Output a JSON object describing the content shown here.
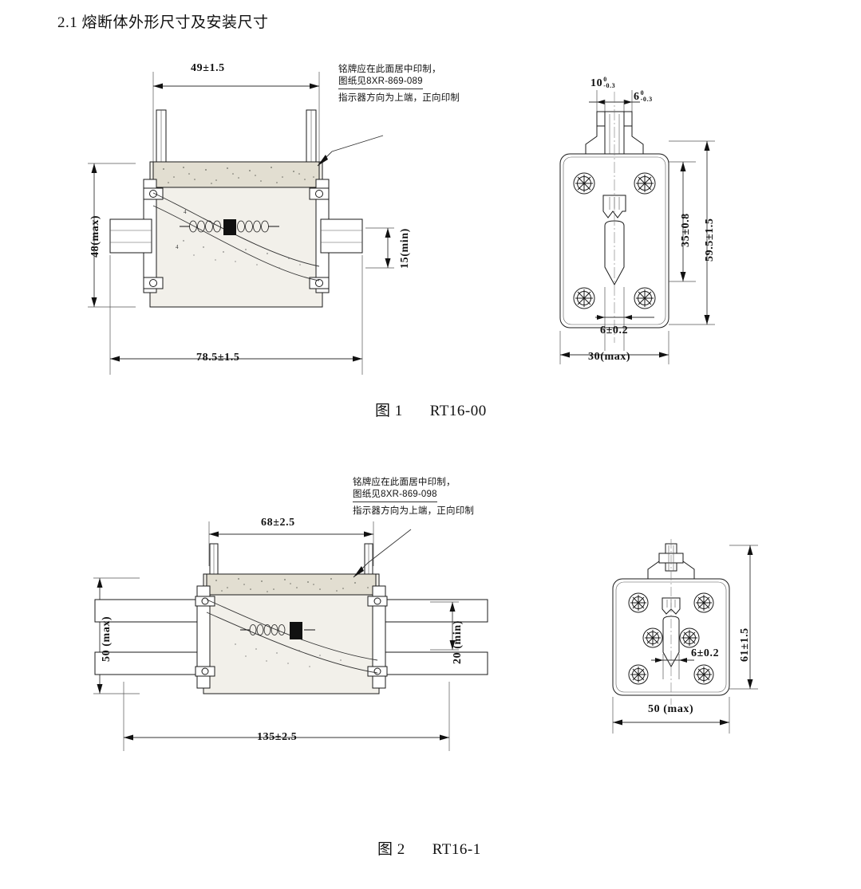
{
  "document": {
    "section_heading": "2.1 熔断体外形尺寸及安装尺寸"
  },
  "figures": [
    {
      "id": "fig1",
      "caption_label": "图 1",
      "caption_name": "RT16-00",
      "note": {
        "line1": "铭牌应在此面居中印制，",
        "line2": "图纸见8XR-869-089",
        "line3": "指示器方向为上端，正向印制"
      },
      "front_view": {
        "width_top": "49±1.5",
        "height_left": "48(max)",
        "height_right": "15(min)",
        "width_bottom": "78.5±1.5"
      },
      "side_view": {
        "dim_10_value": "10",
        "dim_10_upper": "0",
        "dim_10_lower": "-0.3",
        "dim_6_value": "6",
        "dim_6_upper": "0",
        "dim_6_lower": "-0.3",
        "height_inner": "35±0.8",
        "height_outer": "59.5±1.5",
        "width_inner": "6±0.2",
        "width_outer": "30(max)"
      }
    },
    {
      "id": "fig2",
      "caption_label": "图 2",
      "caption_name": "RT16-1",
      "note": {
        "line1": "铭牌应在此面居中印制，",
        "line2": "图纸见8XR-869-098",
        "line3": "指示器方向为上端，正向印制"
      },
      "front_view": {
        "width_top": "68±2.5",
        "height_left": "50 (max)",
        "height_right": "20 (min)",
        "width_bottom": "135±2.5"
      },
      "side_view": {
        "height_outer": "61±1.5",
        "width_inner": "6±0.2",
        "width_outer": "50 (max)"
      }
    }
  ],
  "colors": {
    "line": "#1a1a1a",
    "fill_light": "#f2f0ea",
    "fill_body": "#e8e5dc",
    "background": "#ffffff"
  }
}
